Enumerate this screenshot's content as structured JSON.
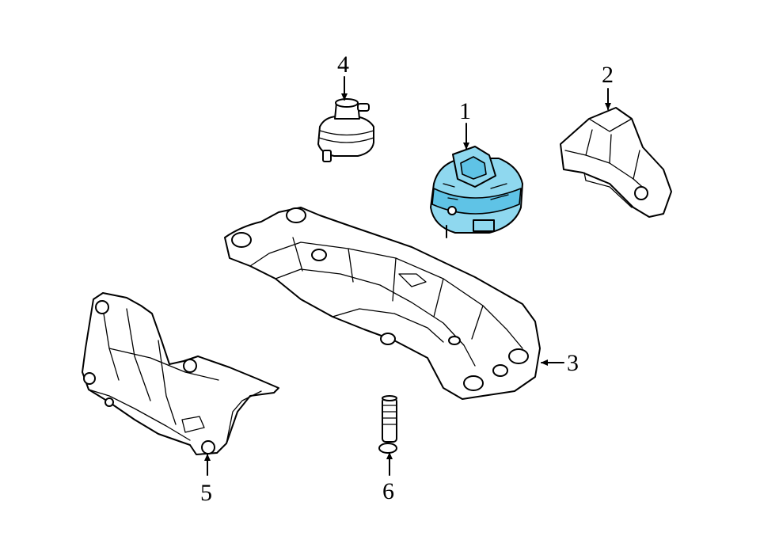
{
  "diagram": {
    "highlight_color": "#8fd8ef",
    "callouts": [
      {
        "id": "1",
        "label": "1"
      },
      {
        "id": "2",
        "label": "2"
      },
      {
        "id": "3",
        "label": "3"
      },
      {
        "id": "4",
        "label": "4"
      },
      {
        "id": "5",
        "label": "5"
      },
      {
        "id": "6",
        "label": "6"
      }
    ]
  }
}
